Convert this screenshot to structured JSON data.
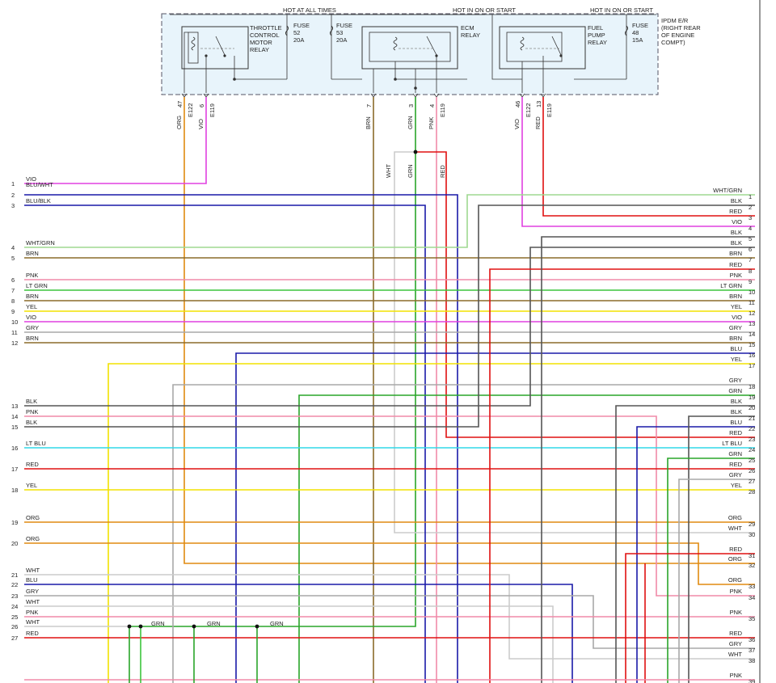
{
  "ipdm": {
    "title_lines": [
      "IPDM E/R",
      "(RIGHT REAR",
      "OF ENGINE",
      "COMPT)"
    ],
    "headers": {
      "throttle": "HOT AT ALL TIMES",
      "ecm": "HOT IN ON OR START",
      "fuel": "HOT IN ON OR START"
    },
    "relays": {
      "throttle": [
        "THROTTLE",
        "CONTROL",
        "MOTOR",
        "RELAY"
      ],
      "ecm": [
        "ECM",
        "RELAY"
      ],
      "fuel": [
        "FUEL",
        "PUMP",
        "RELAY"
      ]
    },
    "fuses": {
      "f52": [
        "FUSE",
        "52",
        "20A"
      ],
      "f53": [
        "FUSE",
        "53",
        "20A"
      ],
      "f48": [
        "FUSE",
        "48",
        "15A"
      ]
    }
  },
  "ipdm_pins": [
    {
      "pin": "47",
      "conn": "E122",
      "color": "ORG"
    },
    {
      "pin": "6",
      "conn": "E119",
      "color": "VIO"
    },
    {
      "pin": "7",
      "conn": "",
      "color": "BRN"
    },
    {
      "pin": "3",
      "conn": "",
      "color": "GRN"
    },
    {
      "pin": "4",
      "conn": "E119",
      "color": "PNK"
    },
    {
      "pin": "46",
      "conn": "E122",
      "color": "VIO"
    },
    {
      "pin": "13",
      "conn": "E119",
      "color": "RED"
    }
  ],
  "splice_labels": {
    "upper": [
      "WHT",
      "GRN",
      "RED"
    ],
    "lower": [
      "GRN",
      "GRN",
      "GRN"
    ]
  },
  "left_connector": [
    {
      "n": "1",
      "c": "VIO"
    },
    {
      "n": "",
      "c": "BLU/WHT"
    },
    {
      "n": "2",
      "c": ""
    },
    {
      "n": "3",
      "c": "BLU/BLK"
    },
    {
      "n": "4",
      "c": "WHT/GRN"
    },
    {
      "n": "5",
      "c": "BRN"
    },
    {
      "n": "6",
      "c": "PNK"
    },
    {
      "n": "7",
      "c": "LT GRN"
    },
    {
      "n": "8",
      "c": "BRN"
    },
    {
      "n": "9",
      "c": "YEL"
    },
    {
      "n": "10",
      "c": "VIO"
    },
    {
      "n": "11",
      "c": "GRY"
    },
    {
      "n": "12",
      "c": "BRN"
    },
    {
      "n": "13",
      "c": "BLK"
    },
    {
      "n": "14",
      "c": "PNK"
    },
    {
      "n": "15",
      "c": "BLK"
    },
    {
      "n": "16",
      "c": "LT BLU"
    },
    {
      "n": "17",
      "c": "RED"
    },
    {
      "n": "18",
      "c": "YEL"
    },
    {
      "n": "19",
      "c": "ORG"
    },
    {
      "n": "20",
      "c": "ORG"
    },
    {
      "n": "21",
      "c": "WHT"
    },
    {
      "n": "22",
      "c": "BLU"
    },
    {
      "n": "23",
      "c": "GRY"
    },
    {
      "n": "24",
      "c": "WHT"
    },
    {
      "n": "25",
      "c": "PNK"
    },
    {
      "n": "26",
      "c": "WHT"
    },
    {
      "n": "27",
      "c": "RED"
    }
  ],
  "right_connector": [
    {
      "n": "1",
      "c": "WHT/GRN"
    },
    {
      "n": "2",
      "c": "BLK"
    },
    {
      "n": "3",
      "c": "RED"
    },
    {
      "n": "4",
      "c": "VIO"
    },
    {
      "n": "5",
      "c": "BLK"
    },
    {
      "n": "6",
      "c": "BLK"
    },
    {
      "n": "7",
      "c": "BRN"
    },
    {
      "n": "8",
      "c": "RED"
    },
    {
      "n": "9",
      "c": "PNK"
    },
    {
      "n": "10",
      "c": "LT GRN"
    },
    {
      "n": "11",
      "c": "BRN"
    },
    {
      "n": "12",
      "c": "YEL"
    },
    {
      "n": "13",
      "c": "VIO"
    },
    {
      "n": "14",
      "c": "GRY"
    },
    {
      "n": "15",
      "c": "BRN"
    },
    {
      "n": "16",
      "c": "BLU"
    },
    {
      "n": "17",
      "c": "YEL"
    },
    {
      "n": "18",
      "c": "GRY"
    },
    {
      "n": "19",
      "c": "GRN"
    },
    {
      "n": "20",
      "c": "BLK"
    },
    {
      "n": "21",
      "c": "BLK"
    },
    {
      "n": "22",
      "c": "BLU"
    },
    {
      "n": "23",
      "c": "RED"
    },
    {
      "n": "24",
      "c": "LT BLU"
    },
    {
      "n": "25",
      "c": "GRN"
    },
    {
      "n": "26",
      "c": "RED"
    },
    {
      "n": "27",
      "c": "GRY"
    },
    {
      "n": "28",
      "c": "YEL"
    },
    {
      "n": "29",
      "c": "ORG"
    },
    {
      "n": "30",
      "c": "WHT"
    },
    {
      "n": "31",
      "c": "RED"
    },
    {
      "n": "32",
      "c": "ORG"
    },
    {
      "n": "33",
      "c": "ORG"
    },
    {
      "n": "34",
      "c": "PNK"
    },
    {
      "n": "35",
      "c": "PNK"
    },
    {
      "n": "36",
      "c": "RED"
    },
    {
      "n": "37",
      "c": "GRY"
    },
    {
      "n": "38",
      "c": "WHT"
    },
    {
      "n": "39",
      "c": "PNK"
    }
  ],
  "wire_colors": {
    "VIO": "#e040e0",
    "BLU": "#1a1aa8",
    "BRN": "#8b6b2a",
    "PNK": "#f08aa8",
    "GRN": "#2aa52a",
    "LTGRN": "#3cc43c",
    "YEL": "#f2e200",
    "GRY": "#a8a8a8",
    "BLK": "#555555",
    "WHT": "#cccccc",
    "RED": "#e01010",
    "ORG": "#e08a10",
    "LTBLU": "#30d8e8",
    "WHTGRN": "#9fd890"
  }
}
